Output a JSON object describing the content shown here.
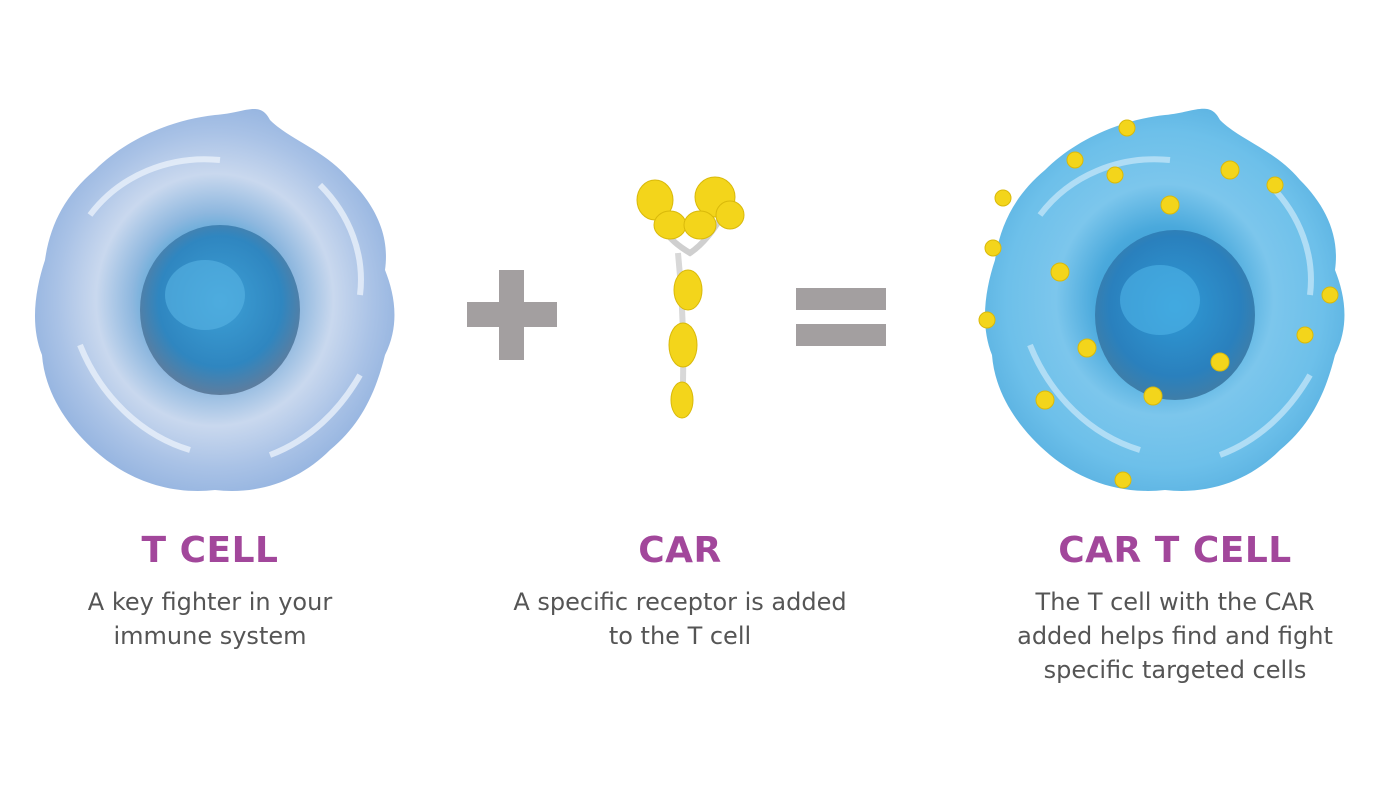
{
  "panels": [
    {
      "title": "T CELL",
      "description": "A  key fighter in your\nimmune system",
      "icon": "t-cell-illustration"
    },
    {
      "title": "CAR",
      "description": "A specific receptor is added\nto the T cell",
      "icon": "car-receptor-illustration"
    },
    {
      "title": "CAR T CELL",
      "description": "The T cell with the CAR\nadded helps find and fight\nspecific targeted cells",
      "icon": "car-t-cell-illustration"
    }
  ],
  "operators": {
    "plus": "plus-sign-icon",
    "equals": "equals-sign-icon"
  },
  "colors": {
    "title": "#a2479b",
    "text": "#555555",
    "operator": "#a39fa0",
    "cell_light": "#cfe0f3",
    "cell_blue": "#5db6e2",
    "receptor": "#f3d51b"
  }
}
